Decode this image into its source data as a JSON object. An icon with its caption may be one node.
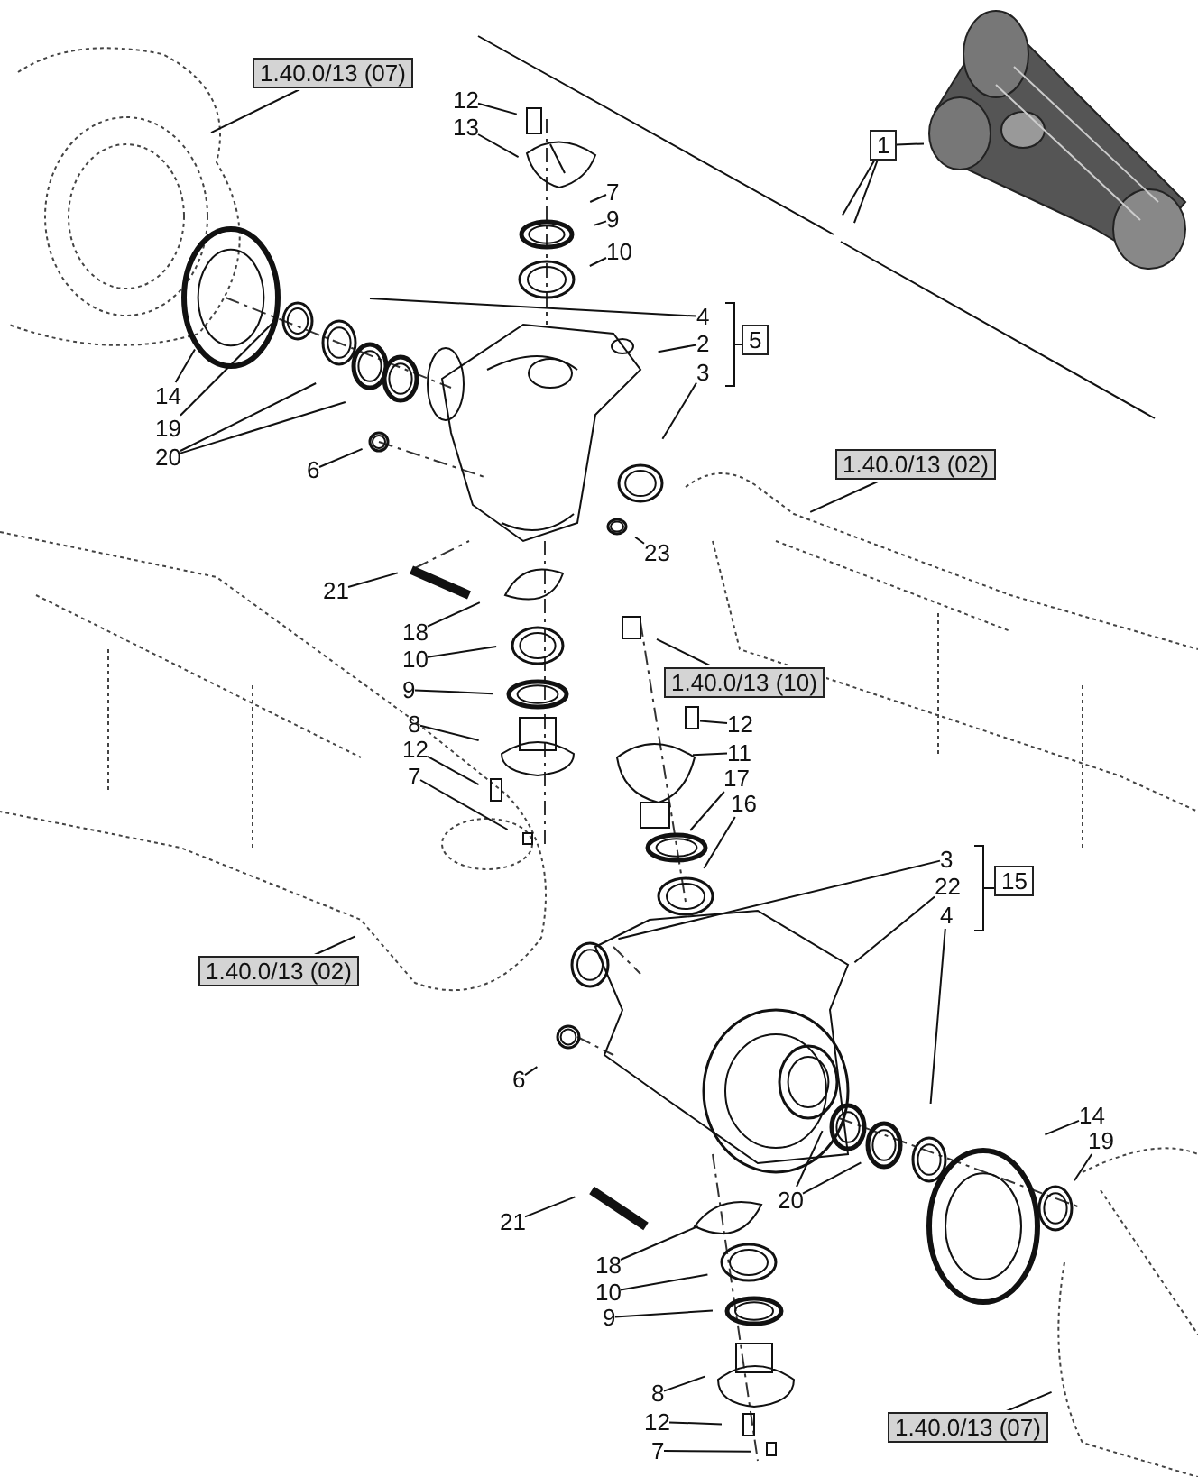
{
  "diagram": {
    "nodes": [
      {
        "text": [
          "1.40.0/13 (07)"
        ]
      },
      {
        "text": [
          "12"
        ]
      },
      {
        "text": [
          "13"
        ]
      },
      {
        "text": [
          "1"
        ]
      },
      {
        "text": [],
        "shape": "picture"
      },
      {
        "text": [
          "7"
        ]
      },
      {
        "text": [
          "9"
        ]
      },
      {
        "text": [
          "10"
        ]
      },
      {
        "text": [
          "4"
        ]
      },
      {
        "text": [
          "2"
        ]
      },
      {
        "text": [
          "5"
        ]
      },
      {
        "text": [
          "3"
        ]
      },
      {
        "text": [
          "14"
        ]
      },
      {
        "text": [
          "19"
        ]
      },
      {
        "text": [
          "20"
        ]
      },
      {
        "text": [
          "6"
        ]
      },
      {
        "text": [
          "1.40.0/13 (02)"
        ]
      },
      {
        "text": [
          "23"
        ]
      },
      {
        "text": [
          "21"
        ]
      },
      {
        "text": [
          "18"
        ]
      },
      {
        "text": [
          "10"
        ]
      },
      {
        "text": [
          "1.40.0/13 (10)"
        ]
      },
      {
        "text": [
          "9"
        ]
      },
      {
        "text": [
          "12"
        ]
      },
      {
        "text": [
          "8"
        ]
      },
      {
        "text": [
          "11"
        ]
      },
      {
        "text": [
          "12"
        ]
      },
      {
        "text": [
          "17"
        ]
      },
      {
        "text": [
          "7"
        ]
      },
      {
        "text": [
          "16"
        ]
      },
      {
        "text": [
          "3"
        ]
      },
      {
        "text": [
          "22"
        ]
      },
      {
        "text": [
          "15"
        ]
      },
      {
        "text": [
          "4"
        ]
      },
      {
        "text": [
          "1.40.0/13 (02)"
        ]
      },
      {
        "text": [
          "6"
        ]
      },
      {
        "text": [
          "14"
        ]
      },
      {
        "text": [
          "19"
        ]
      },
      {
        "text": [
          "20"
        ]
      },
      {
        "text": [
          "21"
        ]
      },
      {
        "text": [
          "18"
        ]
      },
      {
        "text": [
          "10"
        ]
      },
      {
        "text": [
          "9"
        ]
      },
      {
        "text": [
          "8"
        ]
      },
      {
        "text": [
          "12"
        ]
      },
      {
        "text": [
          "7"
        ]
      },
      {
        "text": [
          "1.40.0/13 (07)"
        ]
      }
    ],
    "edges": [
      {
        "from": 0,
        "to": null,
        "arrow": "none"
      },
      {
        "from": 1,
        "to": null,
        "arrow": "none"
      },
      {
        "from": 2,
        "to": null,
        "arrow": "none"
      },
      {
        "from": 3,
        "to": 4,
        "arrow": "none"
      },
      {
        "from": 3,
        "to": null,
        "arrow": "none"
      },
      {
        "from": 3,
        "to": null,
        "arrow": "none"
      },
      {
        "from": 5,
        "to": null,
        "arrow": "none"
      },
      {
        "from": 6,
        "to": null,
        "arrow": "none"
      },
      {
        "from": 7,
        "to": null,
        "arrow": "none"
      },
      {
        "from": 8,
        "to": null,
        "arrow": "none"
      },
      {
        "from": 9,
        "to": null,
        "arrow": "none"
      },
      {
        "from": 11,
        "to": null,
        "arrow": "none"
      },
      {
        "from": 12,
        "to": null,
        "arrow": "none"
      },
      {
        "from": 13,
        "to": null,
        "arrow": "none"
      },
      {
        "from": 14,
        "to": null,
        "arrow": "none"
      },
      {
        "from": 14,
        "to": null,
        "arrow": "none"
      },
      {
        "from": 15,
        "to": null,
        "arrow": "none"
      },
      {
        "from": 16,
        "to": null,
        "arrow": "none"
      },
      {
        "from": 17,
        "to": null,
        "arrow": "none"
      },
      {
        "from": 18,
        "to": null,
        "arrow": "none"
      },
      {
        "from": 19,
        "to": null,
        "arrow": "none"
      },
      {
        "from": 20,
        "to": null,
        "arrow": "none"
      },
      {
        "from": 21,
        "to": null,
        "arrow": "none"
      },
      {
        "from": 22,
        "to": null,
        "arrow": "none"
      },
      {
        "from": 23,
        "to": null,
        "arrow": "none"
      },
      {
        "from": 24,
        "to": null,
        "arrow": "none"
      },
      {
        "from": 25,
        "to": null,
        "arrow": "none"
      },
      {
        "from": 26,
        "to": null,
        "arrow": "none"
      },
      {
        "from": 27,
        "to": null,
        "arrow": "none"
      },
      {
        "from": 28,
        "to": null,
        "arrow": "none"
      },
      {
        "from": 29,
        "to": null,
        "arrow": "none"
      },
      {
        "from": 30,
        "to": null,
        "arrow": "none"
      },
      {
        "from": 31,
        "to": null,
        "arrow": "none"
      },
      {
        "from": 33,
        "to": null,
        "arrow": "none"
      },
      {
        "from": 34,
        "to": null,
        "arrow": "none"
      },
      {
        "from": 35,
        "to": null,
        "arrow": "none"
      },
      {
        "from": 36,
        "to": null,
        "arrow": "none"
      },
      {
        "from": 37,
        "to": null,
        "arrow": "none"
      },
      {
        "from": 38,
        "to": null,
        "arrow": "none"
      },
      {
        "from": 38,
        "to": null,
        "arrow": "none"
      },
      {
        "from": 39,
        "to": null,
        "arrow": "none"
      },
      {
        "from": 40,
        "to": null,
        "arrow": "none"
      },
      {
        "from": 41,
        "to": null,
        "arrow": "none"
      },
      {
        "from": 42,
        "to": null,
        "arrow": "none"
      },
      {
        "from": 43,
        "to": null,
        "arrow": "none"
      },
      {
        "from": 44,
        "to": null,
        "arrow": "none"
      },
      {
        "from": 45,
        "to": null,
        "arrow": "none"
      },
      {
        "from": 46,
        "to": null,
        "arrow": "none"
      }
    ]
  }
}
